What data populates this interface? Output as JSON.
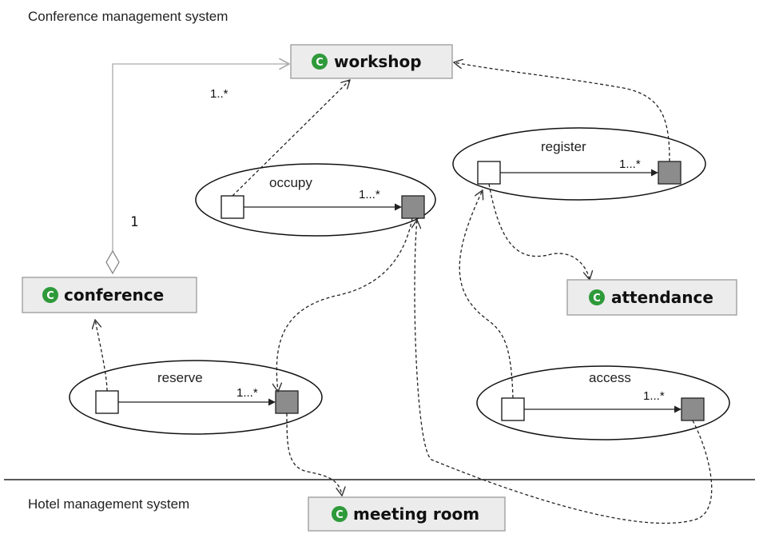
{
  "regions": {
    "top": "Conference management system",
    "bottom": "Hotel management system"
  },
  "classes": {
    "workshop": "workshop",
    "conference": "conference",
    "attendance": "attendance",
    "meeting_room": "meeting room"
  },
  "class_icon_glyph": "C",
  "relations": {
    "occupy": {
      "label": "occupy",
      "multiplicity": "1...*"
    },
    "register": {
      "label": "register",
      "multiplicity": "1...*"
    },
    "reserve": {
      "label": "reserve",
      "multiplicity": "1...*"
    },
    "access": {
      "label": "access",
      "multiplicity": "1...*"
    }
  },
  "aggregation": {
    "whole_multiplicity": "1",
    "part_multiplicity": "1..*"
  },
  "colors": {
    "class_fill": "#ececec",
    "class_border": "#9a9a9a",
    "class_icon": "#2e9a3a",
    "gray_square": "#8c8c8c",
    "line": "#333333",
    "aggregation_line": "#aaaaaa"
  }
}
